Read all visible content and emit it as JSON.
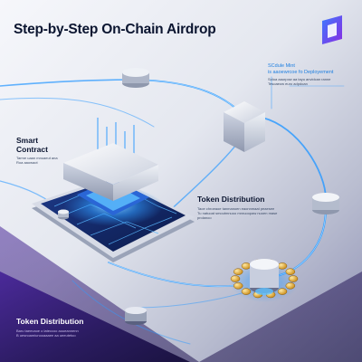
{
  "title": "Step-by-Step On-Chain Airdrop",
  "top_right": {
    "line1": "SCdule Mint",
    "line2": "is aaoewrcoe fo Deployement",
    "desc1": "Soloa aaurpow aa tayu anvidcan ranne",
    "desc2": "Tesoaeow euro adpdoan"
  },
  "smart_contract": {
    "line1": "Smart",
    "line2": "Contract",
    "desc1": "Tarme uaan mnuaeut ana",
    "desc2": "Roa aaowaot"
  },
  "token_distribution_mid": {
    "title": "Token Distribution",
    "desc1": "Taoe chroeaoe tanmanoen eaonnmaat peaesee",
    "desc2": "Tu natuoat smoutmnuoo mnruoopaw nuoen mase",
    "desc3": "prolanoo"
  },
  "token_distribution_bottom": {
    "title": "Token Distribution",
    "desc1": "Baru taeecaoe o lateccoo aoueannenn",
    "desc2": "B uesnoamiunooaaaee aa ueeutetoo"
  },
  "colors": {
    "accent_blue": "#2f9bff",
    "accent_purple": "#7b3dff",
    "gold": "#f2b63a"
  },
  "icons": [
    "logo-icon",
    "smart-contract-chip-icon",
    "cube-node-icon",
    "token-ring-icon"
  ]
}
